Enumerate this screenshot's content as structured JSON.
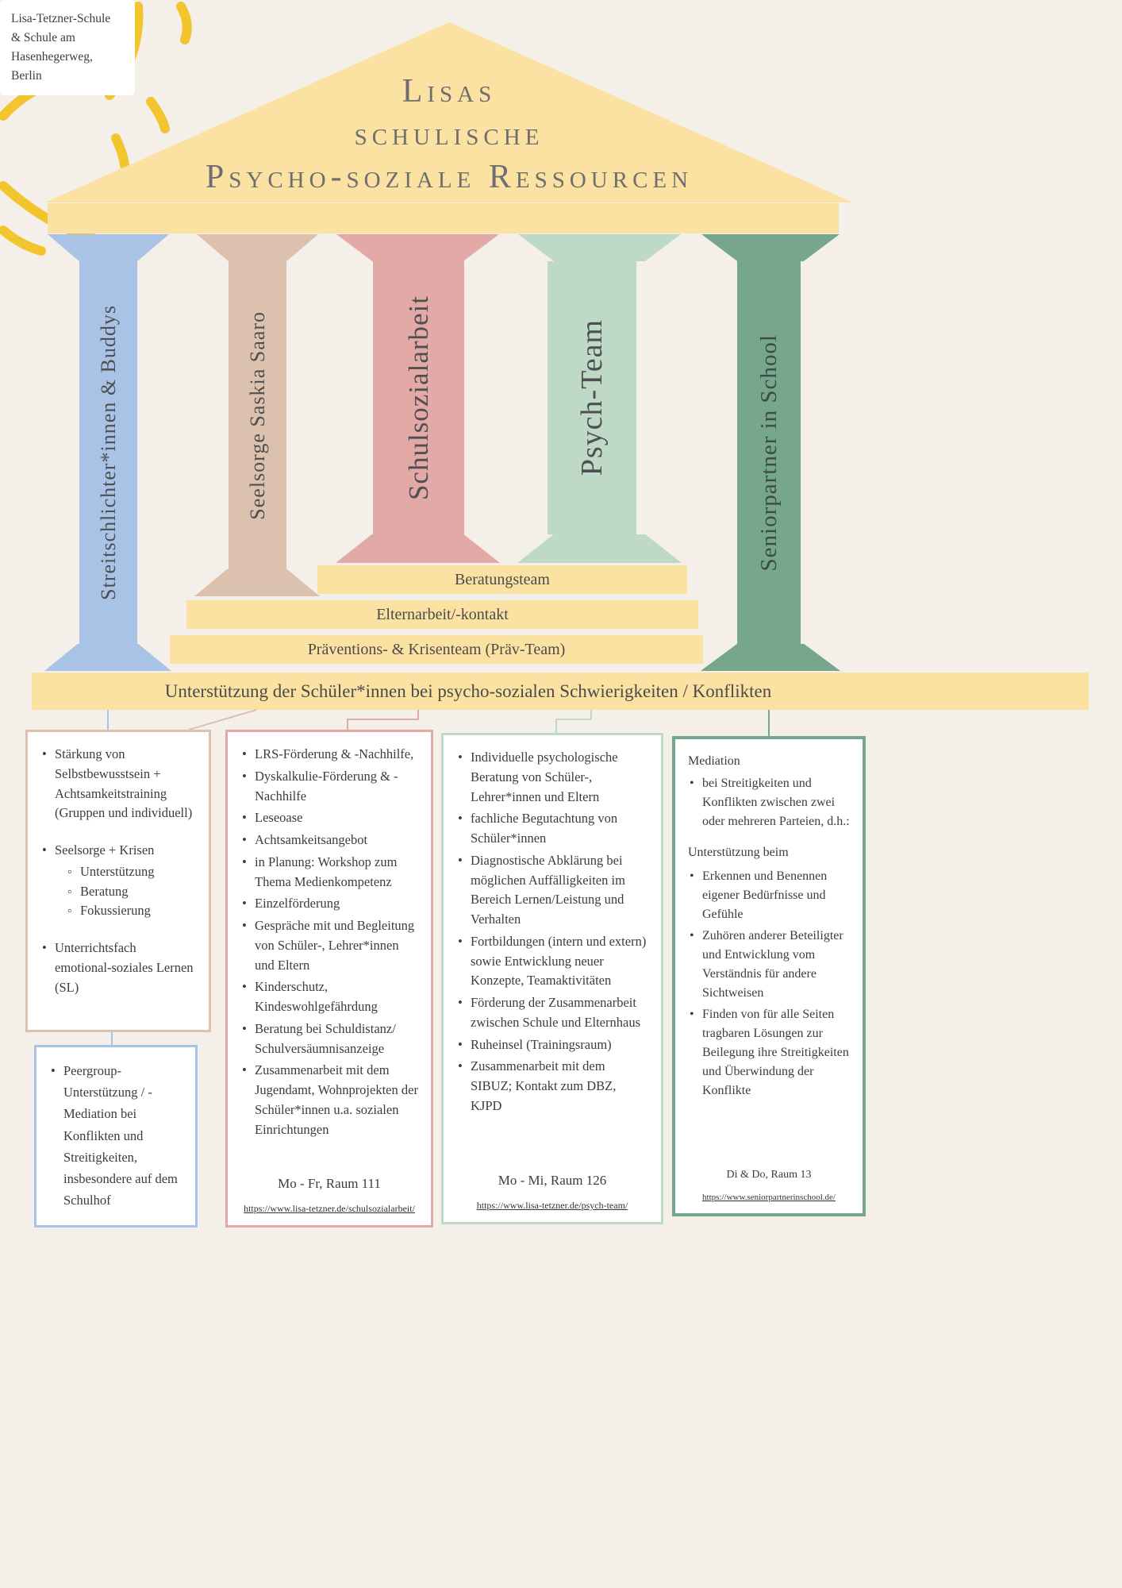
{
  "colors": {
    "bg": "#f4efe9",
    "yellow": "#fbe2a3",
    "sun": "#f2c52e",
    "blue": "#a9c3e6",
    "tan": "#dcc2ae",
    "pink": "#e3a9a6",
    "lgreen": "#bfd9c7",
    "dgreen": "#76a78c",
    "ink": "#434343"
  },
  "header": {
    "school_badge": "Lisa-Tetzner-Schule\n& Schule am\nHasenhegerweg,\nBerlin",
    "title_line1": "Lisas",
    "title_line2": "schulische",
    "title_line3": "Psycho-soziale Ressourcen"
  },
  "pillars": [
    {
      "label": "Streitschlichter*innen & Buddys",
      "color": "#a9c3e6"
    },
    {
      "label": "Seelsorge Saskia Saaro",
      "color": "#dcc2ae"
    },
    {
      "label": "Schulsozialarbeit",
      "color": "#e3a9a6"
    },
    {
      "label": "Psych-Team",
      "color": "#bfd9c7"
    },
    {
      "label": "Seniorpartner in School",
      "color": "#76a78c"
    }
  ],
  "steps": {
    "beratungsteam": "Beratungsteam",
    "elternarbeit": "Elternarbeit/-kontakt",
    "praevention": "Präventions- & Krisenteam (Präv-Team)",
    "unterstuetzung": "Unterstützung der Schüler*innen bei psycho-sozialen Schwierigkeiten / Konflikten"
  },
  "boxes": {
    "buddys": {
      "items": [
        "Stärkung von Selbstbewusstsein + Achtsamkeitstraining (Gruppen und individuell)",
        {
          "text": "Seelsorge + Krisen",
          "sub": [
            "Unterstützung",
            "Beratung",
            "Fokussierung"
          ]
        },
        "Unterrichtsfach emotional-soziales Lernen (SL)"
      ]
    },
    "peergroup": {
      "items": [
        "Peergroup-Unterstützung / -Mediation bei Konflikten und Streitigkeiten, insbesondere auf dem Schulhof"
      ]
    },
    "schulsozialarbeit": {
      "items": [
        "LRS-Förderung & -Nachhilfe,",
        "Dyskalkulie-Förderung & -Nachhilfe",
        "Leseoase",
        "Achtsamkeitsangebot",
        "in Planung: Workshop zum Thema Medienkompetenz",
        "Einzelförderung",
        "Gespräche mit und Begleitung von Schüler-, Lehrer*innen und Eltern",
        "Kinderschutz, Kindeswohlgefährdung",
        "Beratung bei Schuldistanz/ Schulversäumnisanzeige",
        "Zusammenarbeit mit dem Jugendamt, Wohnprojekten der Schüler*innen u.a. sozialen Einrichtungen"
      ],
      "schedule": "Mo - Fr, Raum 111",
      "link": "https://www.lisa-tetzner.de/schulsozialarbeit/"
    },
    "psych_team": {
      "items": [
        "Individuelle psychologische Beratung von Schüler-, Lehrer*innen und Eltern",
        "fachliche Begutachtung von Schüler*innen",
        "Diagnostische Abklärung bei möglichen Auffälligkeiten im Bereich Lernen/Leistung und Verhalten",
        "Fortbildungen (intern und extern) sowie Entwicklung neuer Konzepte, Teamaktivitäten",
        "Förderung der Zusammenarbeit zwischen Schule und Elternhaus",
        "Ruheinsel (Trainingsraum)",
        "Zusammenarbeit mit dem SIBUZ; Kontakt zum DBZ, KJPD"
      ],
      "schedule": "Mo - Mi, Raum 126",
      "link": "https://www.lisa-tetzner.de/psych-team/"
    },
    "seniorpartner": {
      "heading": "Mediation",
      "intro_items": [
        "bei Streitigkeiten und Konflikten zwischen zwei oder mehreren Parteien, d.h.:"
      ],
      "subheading": "Unterstützung beim",
      "items": [
        "Erkennen und Benennen eigener Bedürfnisse und Gefühle",
        "Zuhören anderer Beteiligter und Entwicklung vom Verständnis für andere Sichtweisen",
        "Finden von für alle Seiten tragbaren Lösungen zur  Beilegung ihre Streitigkeiten und Überwindung der Konflikte"
      ],
      "schedule": "Di & Do, Raum 13",
      "link": "https://www.seniorpartnerinschool.de/"
    }
  }
}
